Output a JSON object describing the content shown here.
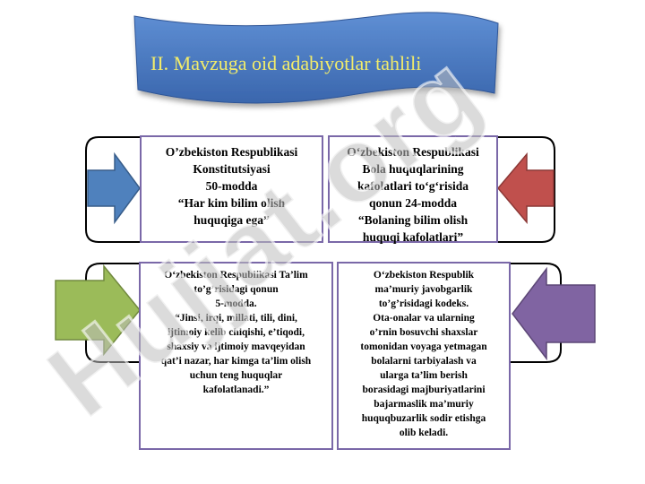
{
  "title": "II. Mavzuga oid adabiyotlar tahlili",
  "watermark": "Hujjat.org",
  "boxes": {
    "top_left": [
      "O’zbekiston Respublikasi",
      "Konstitutsiyasi",
      "50-modda",
      "“Har kim bilim olish",
      "huquqiga ega”"
    ],
    "top_right": [
      "O‘zbekiston Respublikasi",
      "Bola huquqlarining",
      "kafolatlari to‘g‘risida",
      "qonun 24-modda",
      "“Bolaning bilim olish",
      "huquqi kafolatlari”"
    ],
    "bottom_left": [
      "O‘zbekiston Respublikasi Ta’lim",
      "to’g’risidagi qonun",
      "5-modda.",
      "“Jinsi, irqi, millati, tili, dini,",
      "ijtimoiy kelib chiqishi, e’tiqodi,",
      "shaxsiy va ijtimoiy mavqeyidan",
      "qat’i nazar, har kimga ta’lim olish",
      "uchun teng huquqlar",
      "kafolatlanadi.”"
    ],
    "bottom_right": [
      "O‘zbekiston Respublik",
      "ma’muriy javobgarlik",
      "to’g’risidagi kodeks.",
      "Ota-onalar va ularning",
      "o’rnin bosuvchi shaxslar",
      "tomonidan voyaga yetmagan",
      "bolalarni tarbiyalash va",
      "ularga ta’lim berish",
      "borasidagi majburiyatlarini",
      "bajarmaslik ma’muriy",
      "huquqbuzarlik sodir etishga",
      "olib keladi."
    ]
  },
  "colors": {
    "banner": "#4a78c0",
    "arrow_blue": "#4f81bd",
    "arrow_red": "#c0504d",
    "arrow_green": "#9bbb59",
    "arrow_purple": "#8064a2",
    "title_text": "#f2ec6a"
  }
}
